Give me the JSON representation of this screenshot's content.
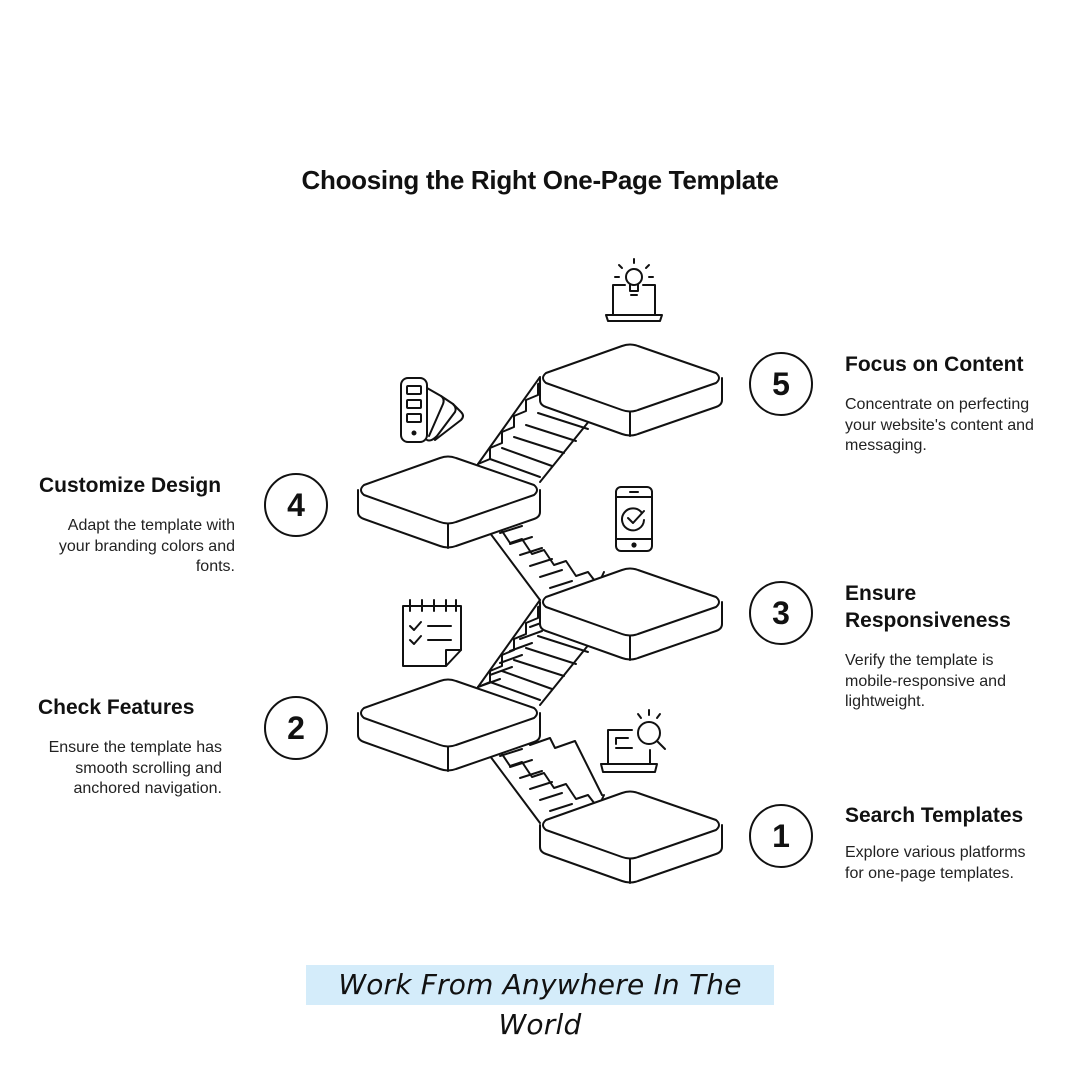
{
  "title": "Choosing the Right One-Page Template",
  "steps": [
    {
      "number": "1",
      "title": "Search Templates",
      "description": "Explore various platforms for one-page templates.",
      "icon": "laptop-search-icon"
    },
    {
      "number": "2",
      "title": "Check Features",
      "description": "Ensure the template has smooth scrolling and anchored navigation.",
      "icon": "checklist-icon"
    },
    {
      "number": "3",
      "title": "Ensure Responsiveness",
      "description": "Verify the template is mobile-responsive and lightweight.",
      "icon": "smartphone-check-icon"
    },
    {
      "number": "4",
      "title": "Customize Design",
      "description": "Adapt the template with your branding colors and fonts.",
      "icon": "color-swatch-icon"
    },
    {
      "number": "5",
      "title": "Focus on Content",
      "description": "Concentrate on perfecting your website's content and messaging.",
      "icon": "laptop-lightbulb-icon"
    }
  ],
  "footer": "Work From Anywhere In The World",
  "colors": {
    "footer_bg": "#d4ecfa",
    "stroke": "#111111",
    "background": "#ffffff"
  }
}
